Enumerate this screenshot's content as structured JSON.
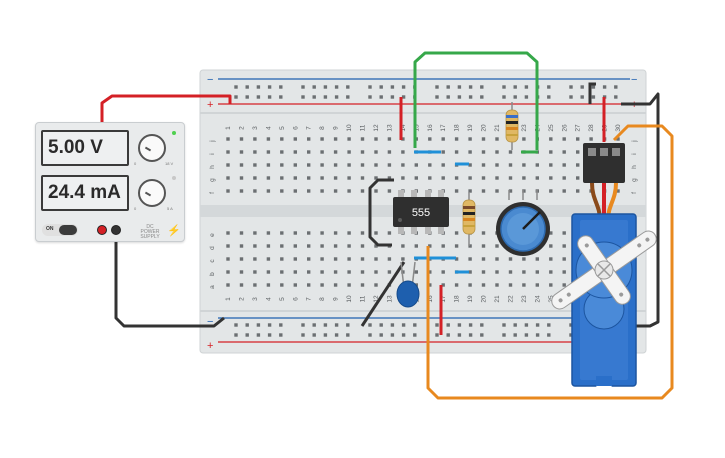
{
  "power_supply": {
    "voltage_display": "5.00 V",
    "current_display": "24.4 mA",
    "switch_label": "ON",
    "knob_top_labels": [
      "0",
      "18 V"
    ],
    "knob_bottom_labels": [
      "0",
      "5 A"
    ],
    "brand": "DC POWER SUPPLY"
  },
  "breadboard": {
    "column_labels": [
      "1",
      "2",
      "3",
      "4",
      "5",
      "6",
      "7",
      "8",
      "9",
      "10",
      "11",
      "12",
      "13",
      "14",
      "15",
      "16",
      "17",
      "18",
      "19",
      "20",
      "21",
      "22",
      "23",
      "24",
      "25",
      "26",
      "27",
      "28",
      "29",
      "30"
    ],
    "row_labels_top": [
      "j",
      "i",
      "h",
      "g",
      "f"
    ],
    "row_labels_bottom": [
      "e",
      "d",
      "c",
      "b",
      "a"
    ],
    "rail_minus": "−",
    "rail_plus": "+"
  },
  "timer_chip": {
    "label": "555"
  },
  "colors": {
    "wire_red": "#d42026",
    "wire_black": "#333333",
    "wire_green": "#36a84a",
    "wire_orange": "#e8891f",
    "wire_blue": "#1f90d8",
    "servo_blue": "#2a6fc9",
    "capacitor_blue": "#1e5fae",
    "pot_blue": "#4a8ad0",
    "breadboard": "#e3e6e7",
    "rail_red": "#d42026",
    "rail_blue": "#1e5fae"
  }
}
